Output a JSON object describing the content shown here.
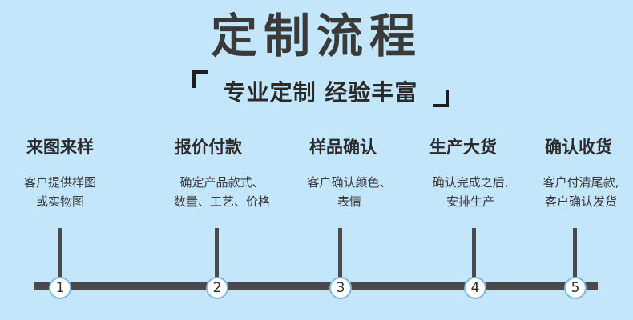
{
  "title": "定制流程",
  "subtitle": "专业定制 经验丰富",
  "steps": [
    {
      "number": "1",
      "title": "来图来样",
      "desc_line1": "客户提供样图",
      "desc_line2": "或实物图"
    },
    {
      "number": "2",
      "title": "报价付款",
      "desc_line1": "确定产品款式、",
      "desc_line2": "数量、工艺、价格"
    },
    {
      "number": "3",
      "title": "样品确认",
      "desc_line1": "客户确认颜色、",
      "desc_line2": "表情"
    },
    {
      "number": "4",
      "title": "生产大货",
      "desc_line1": "确认完成之后,",
      "desc_line2": "安排生产"
    },
    {
      "number": "5",
      "title": "确认收货",
      "desc_line1": "客户付清尾款,",
      "desc_line2": "客户确认发货"
    }
  ],
  "colors": {
    "background": "#c4e6fb",
    "line": "#4a4a4e",
    "marker_border": "#7fb7e3"
  }
}
